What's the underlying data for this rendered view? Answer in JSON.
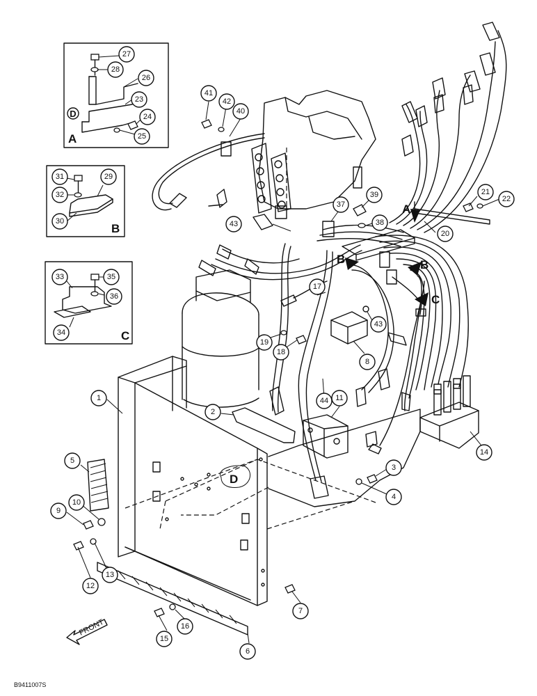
{
  "figure_code": "B9411007S",
  "front_label": "FRONT",
  "detail_reference": "D",
  "insets": [
    {
      "id": "inset-a",
      "label": "A",
      "detail_mark": "D",
      "parts": [
        "27",
        "28",
        "26",
        "23",
        "24",
        "25"
      ]
    },
    {
      "id": "inset-b",
      "label": "B",
      "parts": [
        "31",
        "29",
        "32",
        "30"
      ]
    },
    {
      "id": "inset-c",
      "label": "C",
      "parts": [
        "33",
        "35",
        "36",
        "34"
      ]
    }
  ],
  "view_arrows": [
    "A",
    "B",
    "B",
    "C"
  ],
  "callouts": [
    "1",
    "2",
    "3",
    "4",
    "5",
    "6",
    "7",
    "8",
    "9",
    "10",
    "11",
    "12",
    "13",
    "14",
    "15",
    "16",
    "17",
    "18",
    "19",
    "20",
    "21",
    "22",
    "23",
    "24",
    "25",
    "26",
    "27",
    "28",
    "29",
    "30",
    "31",
    "32",
    "33",
    "34",
    "35",
    "36",
    "37",
    "38",
    "39",
    "40",
    "41",
    "42",
    "43",
    "43",
    "44"
  ]
}
